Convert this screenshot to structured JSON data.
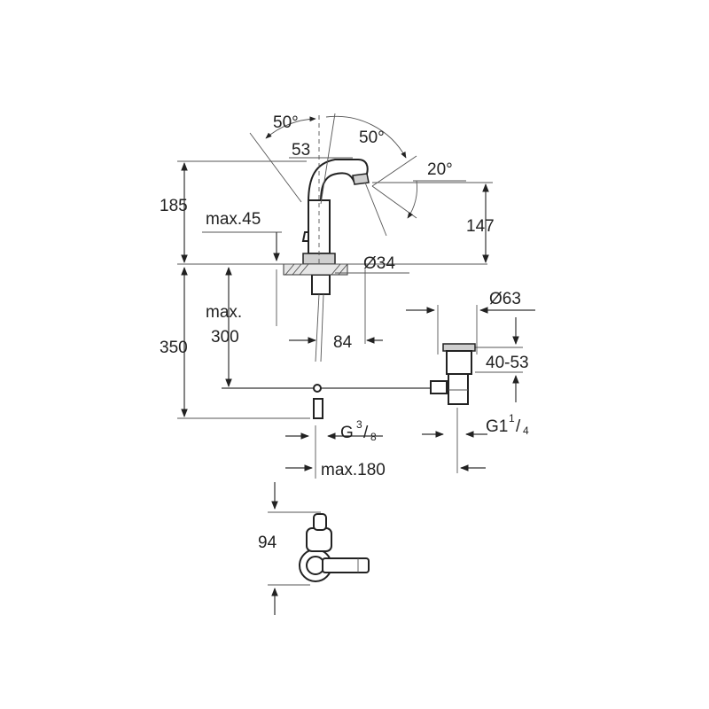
{
  "dimensions": {
    "angle_left": "50°",
    "angle_right": "50°",
    "spout_offset": "53",
    "spout_tilt": "20°",
    "total_height": "185",
    "spout_height": "147",
    "deck_max": "max.45",
    "base_diameter": "Ø34",
    "below_max_line1": "max.",
    "below_max_line2": "300",
    "below_total": "350",
    "shank_offset": "84",
    "waste_diameter": "Ø63",
    "waste_range": "40-53",
    "connection_main": "G",
    "connection_num": "3",
    "connection_den": "8",
    "waste_thread_main": "G1",
    "waste_thread_num": "1",
    "waste_thread_den": "4",
    "rod_max": "max.180",
    "plan_depth": "94"
  }
}
